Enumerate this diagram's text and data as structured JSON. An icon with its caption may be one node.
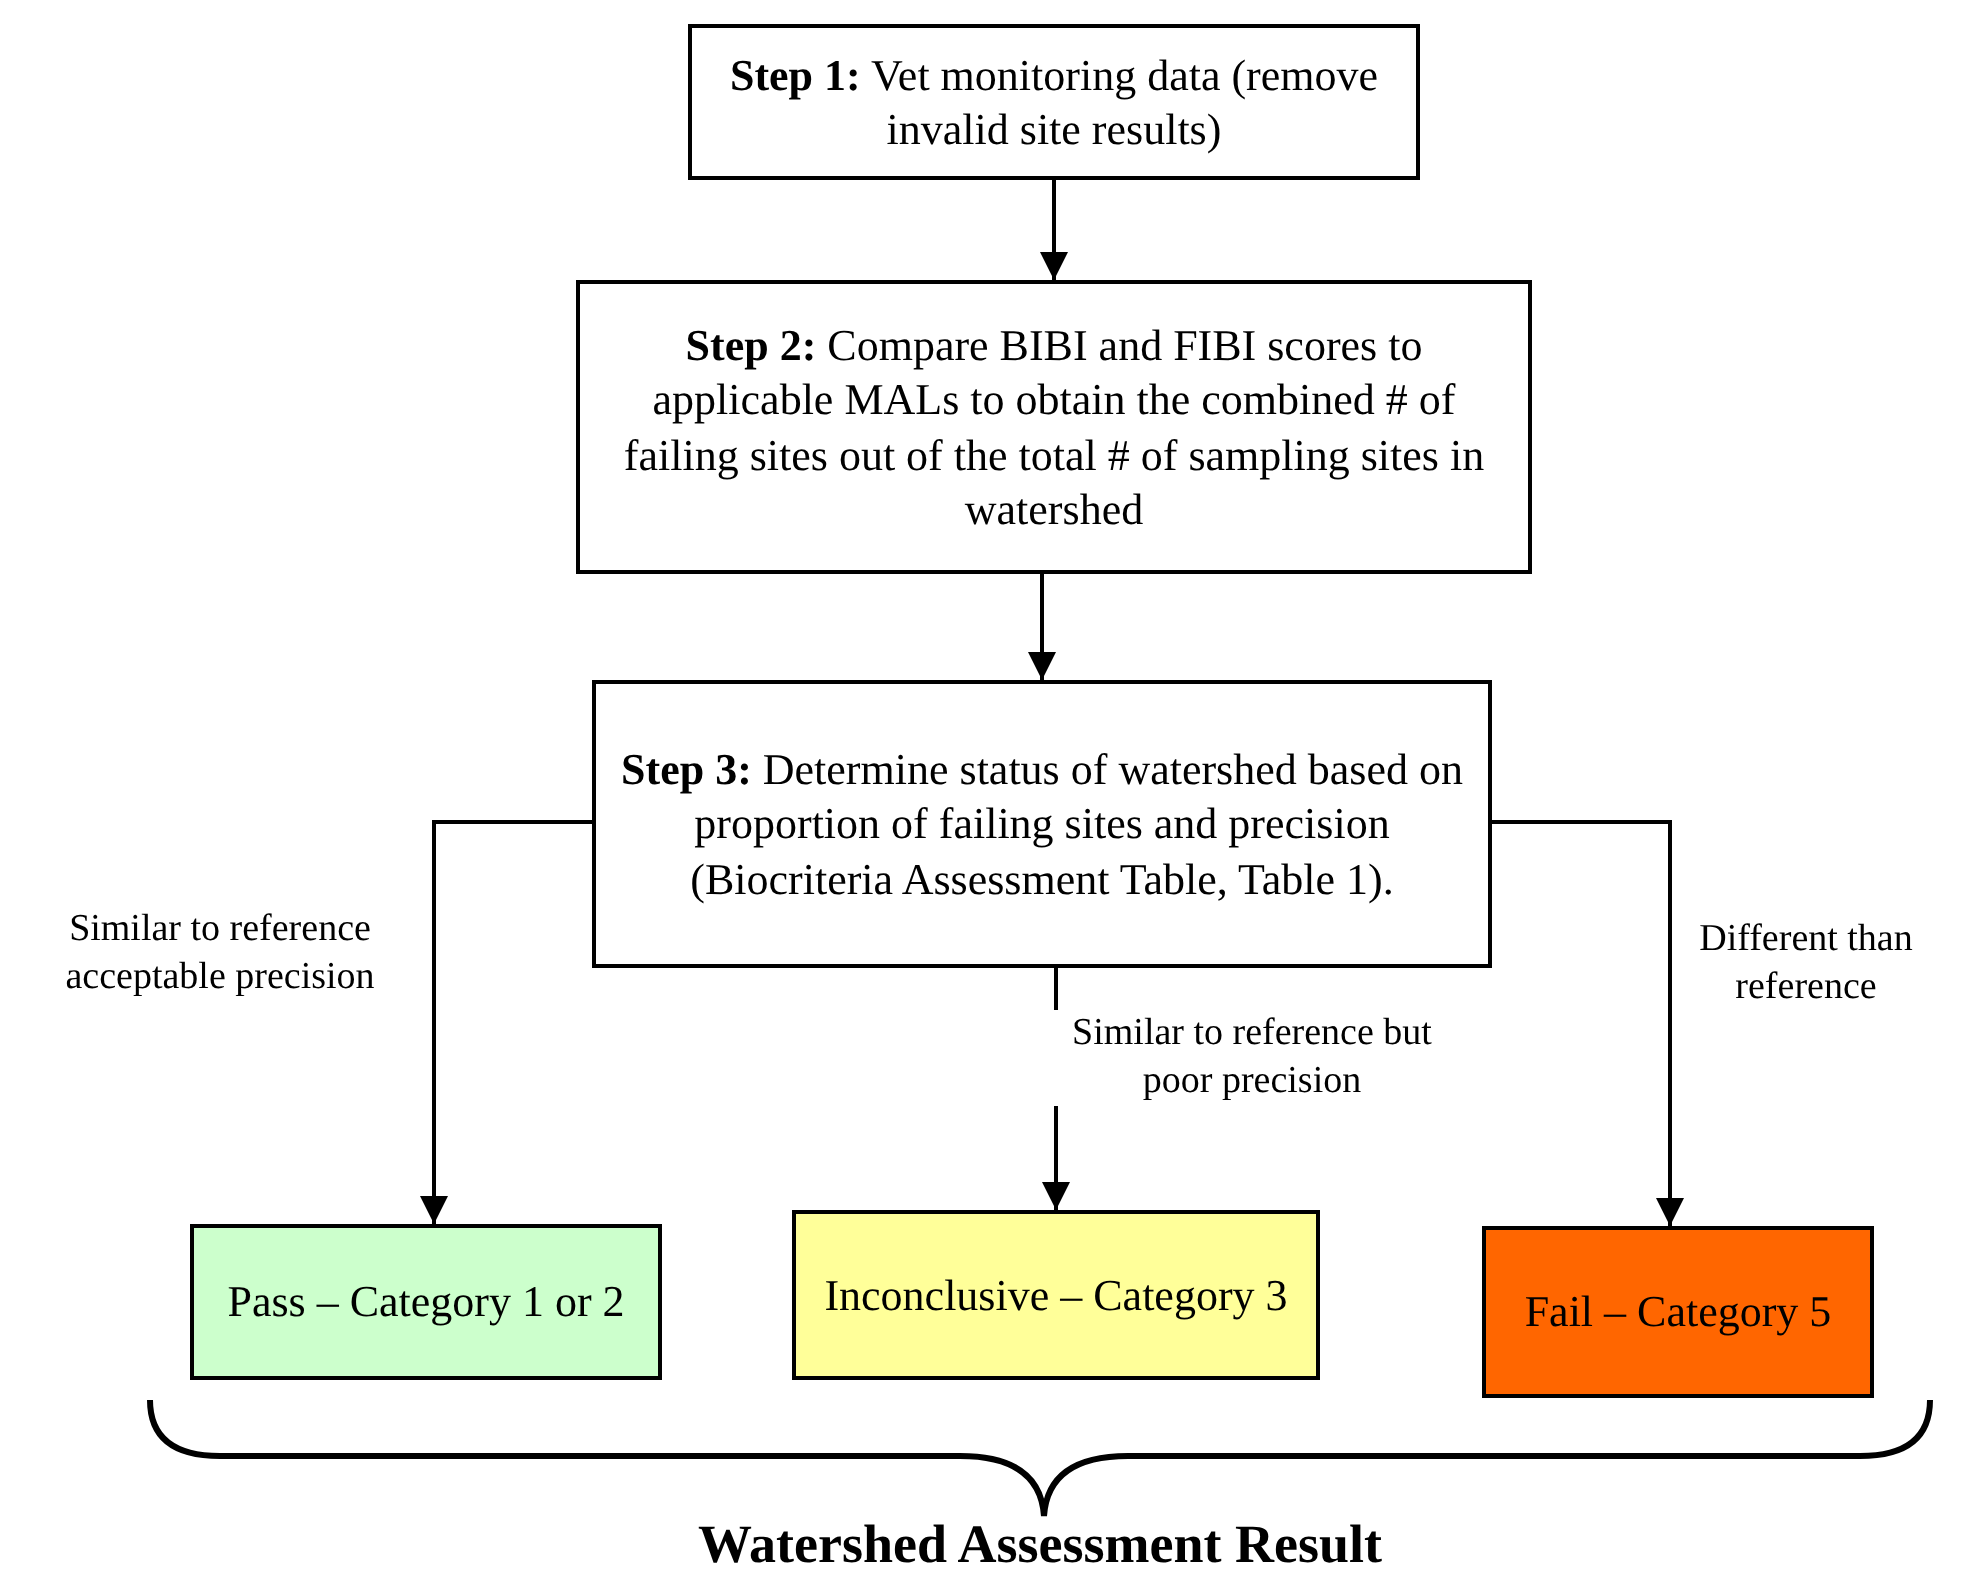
{
  "diagram": {
    "nodes": [
      {
        "text": [
          "**Step 1:** Vet monitoring data (remove invalid site results)"
        ]
      },
      {
        "text": [
          "**Step 2:** Compare BIBI and FIBI scores to applicable MALs to obtain the combined # of failing sites out of the total # of sampling sites in watershed"
        ]
      },
      {
        "text": [
          "**Step 3:** Determine status of watershed based on proportion of failing sites and precision (Biocriteria Assessment Table, Table 1)."
        ]
      },
      {
        "text": [
          "Pass – Category 1 or 2"
        ]
      },
      {
        "text": [
          "Inconclusive – Category 3"
        ]
      },
      {
        "text": [
          "Fail – Category 5"
        ]
      }
    ],
    "edges": [
      {
        "from": 0,
        "to": 1,
        "arrow": "to"
      },
      {
        "from": 1,
        "to": 2,
        "arrow": "to"
      },
      {
        "from": 2,
        "to": 3,
        "arrow": "to",
        "label": "Similar to reference acceptable precision"
      },
      {
        "from": 2,
        "to": 4,
        "arrow": "to",
        "label": "Similar to reference but poor precision"
      },
      {
        "from": 2,
        "to": 5,
        "arrow": "to",
        "label": "Different than reference"
      }
    ],
    "labels": [
      "Watershed Assessment Result"
    ]
  }
}
